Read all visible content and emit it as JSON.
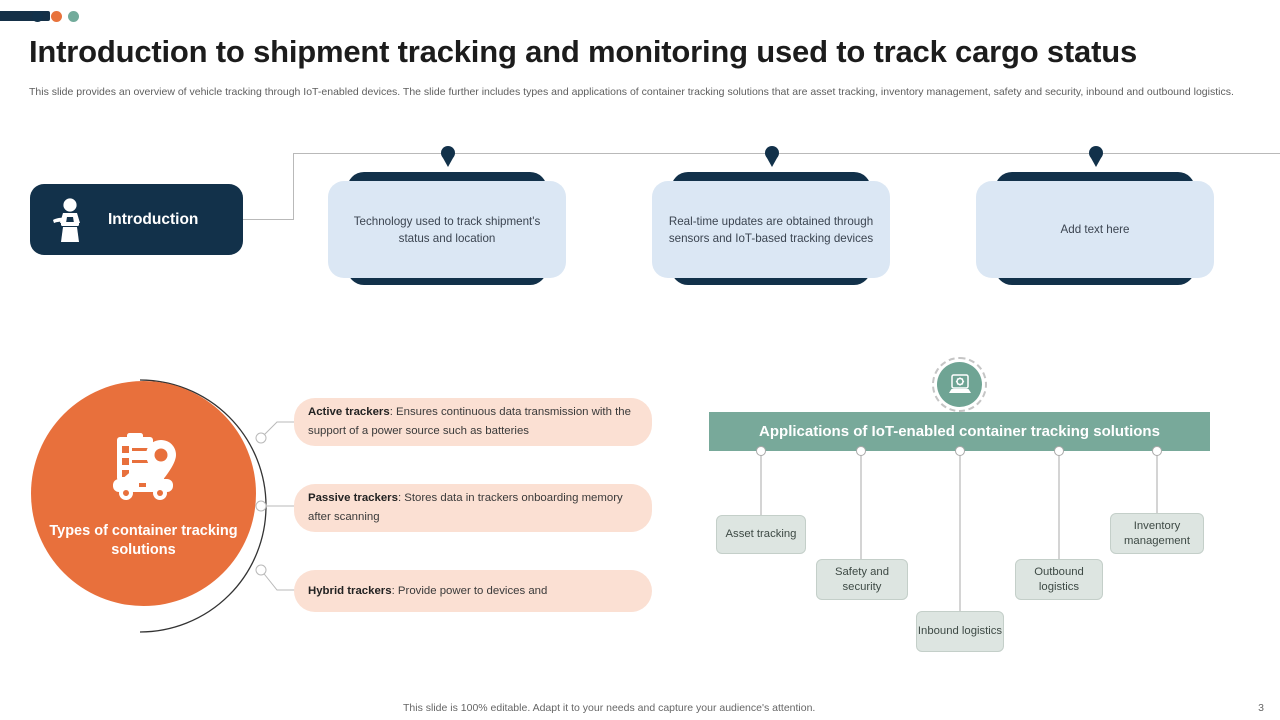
{
  "header": {
    "title": "Introduction to shipment tracking and monitoring used to track cargo status",
    "subtitle": "This slide provides an overview of vehicle tracking through IoT-enabled devices. The slide further includes types and applications of container tracking solutions that are asset tracking, inventory management, safety and security, inbound and outbound logistics.",
    "dots": [
      {
        "name": "navy-dot",
        "color": "#12314a"
      },
      {
        "name": "orange-dot",
        "color": "#e8733c"
      },
      {
        "name": "teal-dot",
        "color": "#72ab9b"
      }
    ],
    "bar_color": "#153047"
  },
  "intro": {
    "label": "Introduction",
    "icon": "speaker-podium-icon",
    "background": "#12314a"
  },
  "top_cards": [
    {
      "text": "Technology used to track shipment's status and location",
      "marker": "map-pin-marker"
    },
    {
      "text": "Real-time updates are obtained through sensors and IoT-based tracking devices",
      "marker": "map-pin-marker"
    },
    {
      "text": "Add text here",
      "marker": "map-pin-marker"
    }
  ],
  "types_section": {
    "circle_title": "Types of container tracking solutions",
    "circle_color": "#e8703c",
    "icon": "vehicle-tracking-icon",
    "trackers": [
      {
        "term": "Active trackers",
        "separator": ": ",
        "description": "Ensures continuous data transmission with the support of a power source such as batteries"
      },
      {
        "term": "Passive trackers",
        "separator": ": ",
        "description": "Stores data in trackers onboarding memory after scanning"
      },
      {
        "term": "Hybrid trackers",
        "separator": ": ",
        "description": "Provide power to devices and"
      }
    ]
  },
  "applications_section": {
    "banner_title": "Applications of IoT-enabled container tracking solutions",
    "banner_color": "#78a99a",
    "icon": "laptop-gear-icon",
    "items": [
      {
        "label": "Asset tracking"
      },
      {
        "label": "Safety and security"
      },
      {
        "label": "Inbound logistics"
      },
      {
        "label": "Outbound logistics"
      },
      {
        "label": "Inventory management"
      }
    ]
  },
  "footer": {
    "note": "This slide is 100% editable. Adapt it to your needs and capture your audience's attention.",
    "page_number": "3"
  }
}
